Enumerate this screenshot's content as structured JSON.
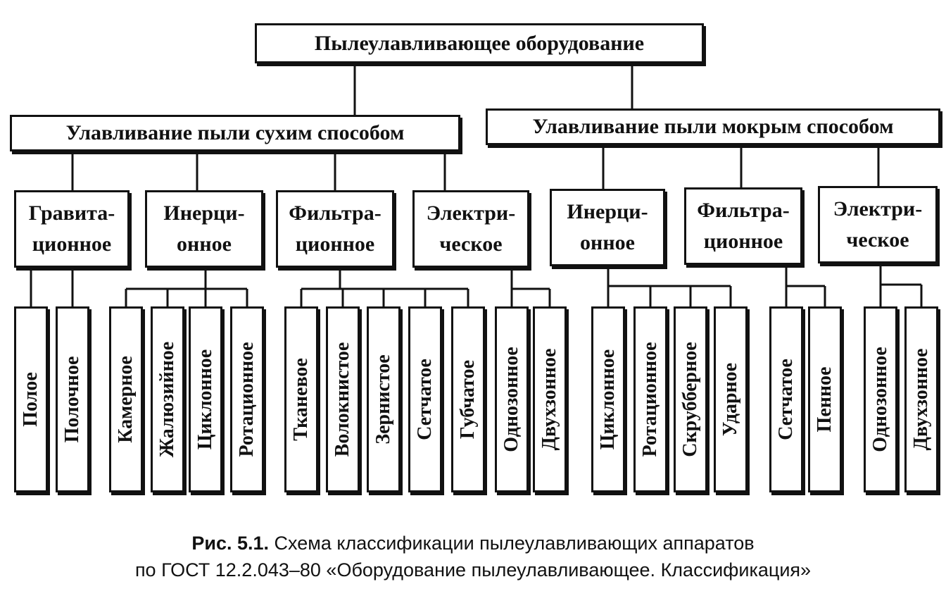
{
  "root": "Пылеулавливающее оборудование",
  "branches": {
    "dry": "Улавливание пыли сухим способом",
    "wet": "Улавливание пыли мокрым способом"
  },
  "groups": {
    "dry_gravity": "Гравита-\nционное",
    "dry_inertial": "Инерци-\nонное",
    "dry_filter": "Фильтра-\nционное",
    "dry_electric": "Электри-\nческое",
    "wet_inertial": "Инерци-\nонное",
    "wet_filter": "Фильтра-\nционное",
    "wet_electric": "Электри-\nческое"
  },
  "leaves": {
    "dry_gravity": [
      "Полое",
      "Полочное"
    ],
    "dry_inertial": [
      "Камерное",
      "Жалюзийное",
      "Циклонное",
      "Ротационное"
    ],
    "dry_filter": [
      "Тканевое",
      "Волокнистое",
      "Зернистое",
      "Сетчатое",
      "Губчатое"
    ],
    "dry_electric": [
      "Однозонное",
      "Двухзонное"
    ],
    "wet_inertial": [
      "Циклонное",
      "Ротационное",
      "Скрубберное",
      "Ударное"
    ],
    "wet_filter": [
      "Сетчатое",
      "Пенное"
    ],
    "wet_electric": [
      "Однозонное",
      "Двухзонное"
    ]
  },
  "caption": {
    "label": "Рис. 5.1.",
    "line1": "Схема классификации пылеулавливающих аппаратов",
    "line2": "по ГОСТ 12.2.043–80 «Оборудование пылеулавливающее. Классификация»"
  }
}
